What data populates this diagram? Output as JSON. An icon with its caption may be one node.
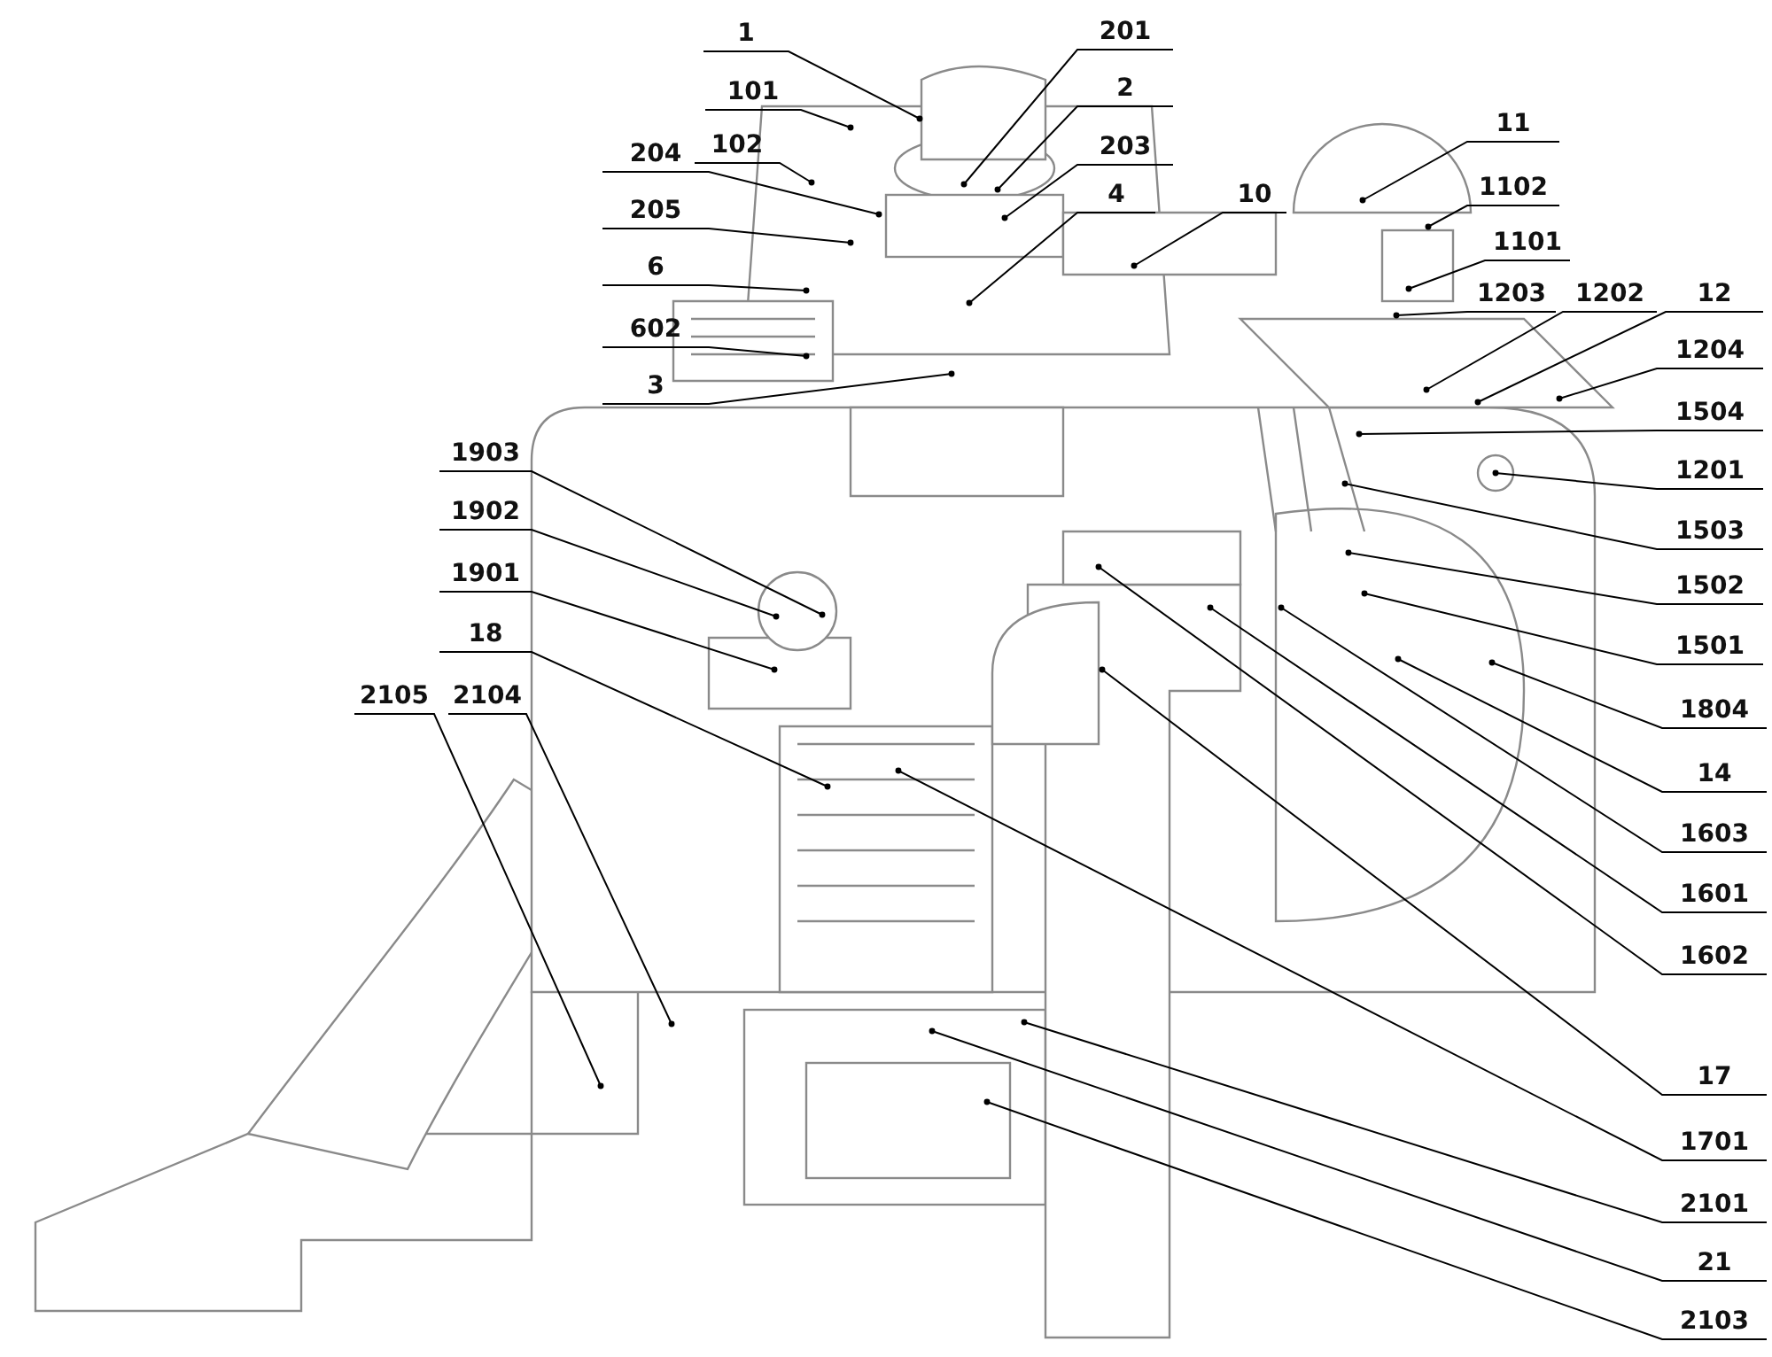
{
  "diagram": {
    "nodes": [
      {
        "text": [
          "1"
        ]
      },
      {
        "text": [
          "201"
        ]
      },
      {
        "text": [
          "101"
        ]
      },
      {
        "text": [
          "2"
        ]
      },
      {
        "text": [
          "102"
        ]
      },
      {
        "text": [
          "203"
        ]
      },
      {
        "text": [
          "204"
        ]
      },
      {
        "text": [
          "4"
        ]
      },
      {
        "text": [
          "10"
        ]
      },
      {
        "text": [
          "205"
        ]
      },
      {
        "text": [
          "6"
        ]
      },
      {
        "text": [
          "602"
        ]
      },
      {
        "text": [
          "3"
        ]
      },
      {
        "text": [
          "11"
        ]
      },
      {
        "text": [
          "1102"
        ]
      },
      {
        "text": [
          "1101"
        ]
      },
      {
        "text": [
          "1203"
        ]
      },
      {
        "text": [
          "1202"
        ]
      },
      {
        "text": [
          "12"
        ]
      },
      {
        "text": [
          "1204"
        ]
      },
      {
        "text": [
          "1504"
        ]
      },
      {
        "text": [
          "1201"
        ]
      },
      {
        "text": [
          "1503"
        ]
      },
      {
        "text": [
          "1502"
        ]
      },
      {
        "text": [
          "1501"
        ]
      },
      {
        "text": [
          "1903"
        ]
      },
      {
        "text": [
          "1902"
        ]
      },
      {
        "text": [
          "1901"
        ]
      },
      {
        "text": [
          "18"
        ]
      },
      {
        "text": [
          "1804"
        ]
      },
      {
        "text": [
          "2105"
        ]
      },
      {
        "text": [
          "2104"
        ]
      },
      {
        "text": [
          "14"
        ]
      },
      {
        "text": [
          "1603"
        ]
      },
      {
        "text": [
          "1601"
        ]
      },
      {
        "text": [
          "1602"
        ]
      },
      {
        "text": [
          "17"
        ]
      },
      {
        "text": [
          "1701"
        ]
      },
      {
        "text": [
          "2101"
        ]
      },
      {
        "text": [
          "21"
        ]
      },
      {
        "text": [
          "2103"
        ]
      }
    ],
    "edges": [
      {
        "from": 0,
        "to": null,
        "arrow": "other"
      },
      {
        "from": 1,
        "to": null,
        "arrow": "other"
      },
      {
        "from": 2,
        "to": null,
        "arrow": "other"
      },
      {
        "from": 3,
        "to": null,
        "arrow": "other"
      },
      {
        "from": 4,
        "to": null,
        "arrow": "other"
      },
      {
        "from": 5,
        "to": null,
        "arrow": "other"
      },
      {
        "from": 6,
        "to": null,
        "arrow": "other"
      },
      {
        "from": 7,
        "to": null,
        "arrow": "other"
      },
      {
        "from": 8,
        "to": null,
        "arrow": "other"
      },
      {
        "from": 9,
        "to": null,
        "arrow": "other"
      },
      {
        "from": 10,
        "to": null,
        "arrow": "other"
      },
      {
        "from": 11,
        "to": null,
        "arrow": "other"
      },
      {
        "from": 12,
        "to": null,
        "arrow": "other"
      },
      {
        "from": 13,
        "to": null,
        "arrow": "other"
      },
      {
        "from": 14,
        "to": null,
        "arrow": "other"
      },
      {
        "from": 15,
        "to": null,
        "arrow": "other"
      },
      {
        "from": 16,
        "to": null,
        "arrow": "other"
      },
      {
        "from": 17,
        "to": null,
        "arrow": "other"
      },
      {
        "from": 18,
        "to": null,
        "arrow": "other"
      },
      {
        "from": 19,
        "to": null,
        "arrow": "other"
      },
      {
        "from": 20,
        "to": null,
        "arrow": "other"
      },
      {
        "from": 21,
        "to": null,
        "arrow": "other"
      },
      {
        "from": 22,
        "to": null,
        "arrow": "other"
      },
      {
        "from": 23,
        "to": null,
        "arrow": "other"
      },
      {
        "from": 24,
        "to": null,
        "arrow": "other"
      },
      {
        "from": 25,
        "to": null,
        "arrow": "other"
      },
      {
        "from": 26,
        "to": null,
        "arrow": "other"
      },
      {
        "from": 27,
        "to": null,
        "arrow": "other"
      },
      {
        "from": 28,
        "to": null,
        "arrow": "other"
      },
      {
        "from": 29,
        "to": null,
        "arrow": "other"
      },
      {
        "from": 30,
        "to": null,
        "arrow": "other"
      },
      {
        "from": 31,
        "to": null,
        "arrow": "other"
      },
      {
        "from": 32,
        "to": null,
        "arrow": "other"
      },
      {
        "from": 33,
        "to": null,
        "arrow": "other"
      },
      {
        "from": 34,
        "to": null,
        "arrow": "other"
      },
      {
        "from": 35,
        "to": null,
        "arrow": "other"
      },
      {
        "from": 36,
        "to": null,
        "arrow": "other"
      },
      {
        "from": 37,
        "to": null,
        "arrow": "other"
      },
      {
        "from": 38,
        "to": null,
        "arrow": "other"
      },
      {
        "from": 39,
        "to": null,
        "arrow": "other"
      },
      {
        "from": 40,
        "to": null,
        "arrow": "other"
      }
    ]
  }
}
